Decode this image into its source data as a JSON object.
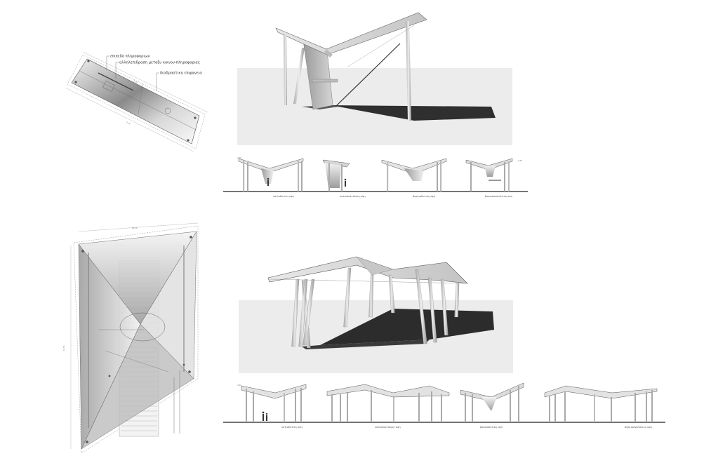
{
  "panel1": {
    "plan_annotations": [
      "επιπεδο πληροφοριων",
      "αλληλεπιδραση μεταξυ κοινου-πληροφοριας",
      "διαδραστικη επιφανεια"
    ],
    "elevation_captions": [
      "νοτιοδυτικη οψη",
      "νοτιοανατολικη οψη",
      "βορειοδυτικη οψη",
      "βορειοανατολικη οψη"
    ]
  },
  "panel2": {
    "elevation_captions": [
      "νοτιοδυτικη οψη",
      "νοτιοανατολικη οψη",
      "βορειοδυτικη οψη",
      "βορειοανατολικη οψη"
    ]
  },
  "colors": {
    "ink": "#333333",
    "ground": "#ececec",
    "shadow": "#2a2a2a",
    "roof": "#d9d9d9"
  }
}
